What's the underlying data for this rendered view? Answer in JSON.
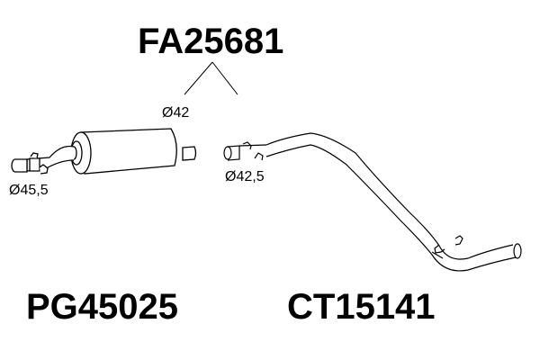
{
  "assembly": {
    "part_number": "FA25681"
  },
  "parts": [
    {
      "part_number": "PG45025",
      "type": "rear-muffler",
      "diameter_inlet": "Ø45,5"
    },
    {
      "part_number": "CT15141",
      "type": "intermediate-pipe",
      "diameter_inlet": "Ø42,5"
    }
  ],
  "dimensions": {
    "connection": "Ø42",
    "muffler_inlet": "Ø45,5",
    "pipe_inlet": "Ø42,5"
  }
}
